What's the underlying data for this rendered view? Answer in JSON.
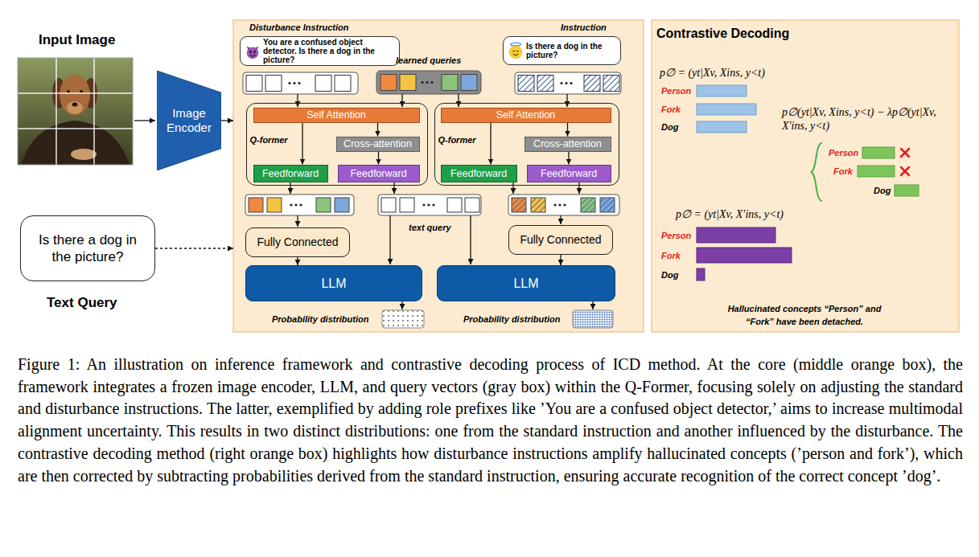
{
  "diagram": {
    "caption": "Figure 1: An illustration on inference framework and contrastive decoding process of ICD method. At the core (middle orange box), the framework integrates a frozen image encoder, LLM, and query vectors (gray box) within the Q-Former, focusing solely on adjusting the standard and disturbance instructions. The latter, exemplified by adding role prefixes like ’You are a confused object detector,’ aims to increase multimodal alignment uncertainty. This results in two distinct distributions: one from the standard instruction and another influenced by the disturbance. The contrastive decoding method (right orange box) highlights how disturbance instructions amplify hallucinated concepts (’person and fork’), which are then corrected by subtracting probabilities derived from the standard instruction, ensuring accurate recognition of the correct concept ’dog’.",
    "nodes": [
      {
        "text": [
          "Image Encoder"
        ]
      },
      {
        "text": [
          "Is there a dog in the picture?"
        ]
      },
      {
        "text": [
          "Disturbance Instruction",
          "Instruction"
        ]
      },
      {
        "text": [
          "You are a confused object detector. Is there a dog in the picture?"
        ],
        "in": 2
      },
      {
        "text": [
          "Is there a dog in the picture?"
        ],
        "in": 2
      },
      {
        "text": [
          "Q-former"
        ],
        "in": 2
      },
      {
        "text": [
          "Self Attention"
        ],
        "in": 5
      },
      {
        "text": [
          "Cross-attention"
        ],
        "in": 5
      },
      {
        "text": [
          "Feedforward"
        ],
        "in": 5
      },
      {
        "text": [
          "Feedforward"
        ],
        "in": 5
      },
      {
        "text": [
          "Q-former"
        ],
        "in": 2
      },
      {
        "text": [
          "Self Attention"
        ],
        "in": 10
      },
      {
        "text": [
          "Cross-attention"
        ],
        "in": 10
      },
      {
        "text": [
          "Feedforward"
        ],
        "in": 10
      },
      {
        "text": [
          "Feedforward"
        ],
        "in": 10
      },
      {
        "text": [
          "Fully Connected"
        ],
        "in": 2
      },
      {
        "text": [
          "Fully Connected"
        ],
        "in": 2
      },
      {
        "text": [
          "LLM"
        ],
        "in": 2
      },
      {
        "text": [
          "LLM"
        ],
        "in": 2
      },
      {
        "text": [
          "Contrastive Decoding"
        ]
      }
    ],
    "edges": [
      {
        "from": 0,
        "to": 2,
        "arrow": "to"
      },
      {
        "from": 1,
        "to": 2,
        "arrow": "to"
      },
      {
        "from": 6,
        "to": 8,
        "arrow": "to"
      },
      {
        "from": 6,
        "to": 7,
        "arrow": "to"
      },
      {
        "from": 7,
        "to": 9,
        "arrow": "to"
      },
      {
        "from": 11,
        "to": 13,
        "arrow": "to"
      },
      {
        "from": 11,
        "to": 12,
        "arrow": "to"
      },
      {
        "from": 12,
        "to": 14,
        "arrow": "to"
      },
      {
        "from": 15,
        "to": 17,
        "arrow": "to"
      },
      {
        "from": 16,
        "to": 18,
        "arrow": "to"
      }
    ],
    "labels": [
      "Input Image",
      "Text Query",
      "learned queries",
      "text query",
      "Probability distribution",
      "Probability distribution",
      "p∅ = (yt|Xv, Xins, y<t)",
      "Person",
      "Fork",
      "Dog",
      "p∅(yt|Xv, Xins, y<t) − λp∅(yt|Xv, X′ins, y<t)",
      "Person",
      "Fork",
      "Dog",
      "p∅ = (yt|Xv, X′ins, y<t)",
      "Person",
      "Fork",
      "Dog",
      "Hallucinated concepts “Person” and “Fork” have been detached."
    ]
  }
}
